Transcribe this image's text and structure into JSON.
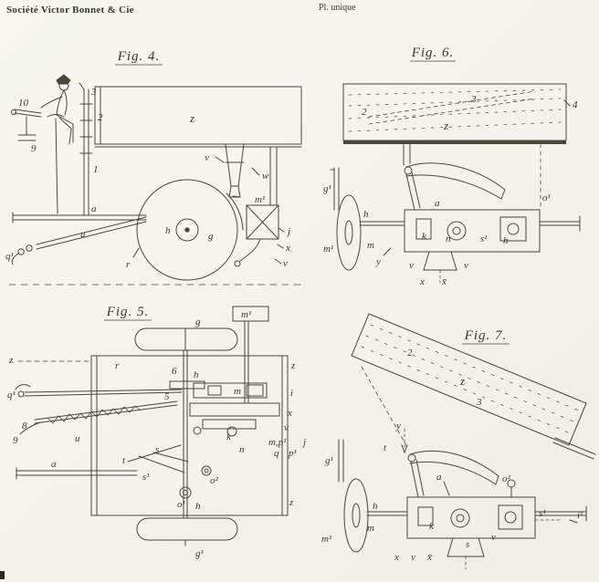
{
  "header": {
    "company": "Société Victor Bonnet & Cie",
    "plate": "Pl. unique"
  },
  "figures": {
    "fig4": {
      "title": "Fig. 4.",
      "labels": {
        "n10": "10",
        "n9": "9",
        "n3": "3",
        "n2": "2",
        "n1": "1",
        "z": "z",
        "v": "v",
        "w": "w",
        "a": "a",
        "u": "u",
        "q1": "q¹",
        "r": "r",
        "h": "h",
        "g": "g",
        "m1": "m¹",
        "j": "j",
        "x": "x",
        "v2": "v"
      }
    },
    "fig6": {
      "title": "Fig. 6.",
      "labels": {
        "n2": "2",
        "n3": "3",
        "n4": "4",
        "z": "z",
        "g1": "g¹",
        "m1": "m¹",
        "h": "h",
        "m": "m",
        "y": "y",
        "a": "a",
        "o1": "o¹",
        "k": "k",
        "n": "n",
        "s1": "s¹",
        "h2": "h",
        "v": "v",
        "v2": "v",
        "x": "x",
        "xbar": "x̄"
      }
    },
    "fig5": {
      "title": "Fig. 5.",
      "labels": {
        "g": "g",
        "m1": "m¹",
        "m": "m",
        "r": "r",
        "h": "h",
        "zl": "z",
        "zr": "z",
        "zb": "z",
        "q1": "q¹",
        "n8": "8",
        "n9": "9",
        "u": "u",
        "a": "a",
        "t": "t",
        "s": "s",
        "s1": "s¹",
        "n5": "5",
        "n6": "6",
        "k": "k",
        "n": "n",
        "o2": "o²",
        "o1": "o¹",
        "h2": "h",
        "i": "i",
        "x": "x",
        "v": "v",
        "mp1": "m,p¹",
        "j": "j",
        "q": "q",
        "p1": "p¹",
        "g1": "g¹"
      }
    },
    "fig7": {
      "title": "Fig. 7.",
      "labels": {
        "n2": "2",
        "n3": "3",
        "z": "z",
        "y": "y",
        "t": "t",
        "g1": "g¹",
        "m1": "m¹",
        "h": "h",
        "m": "m",
        "a": "a",
        "k": "k",
        "o2": "o²",
        "s1": "s¹",
        "i1": "i¹",
        "s": "s",
        "v": "v",
        "v2": "v",
        "x": "x",
        "xbar": "x̄"
      }
    }
  }
}
